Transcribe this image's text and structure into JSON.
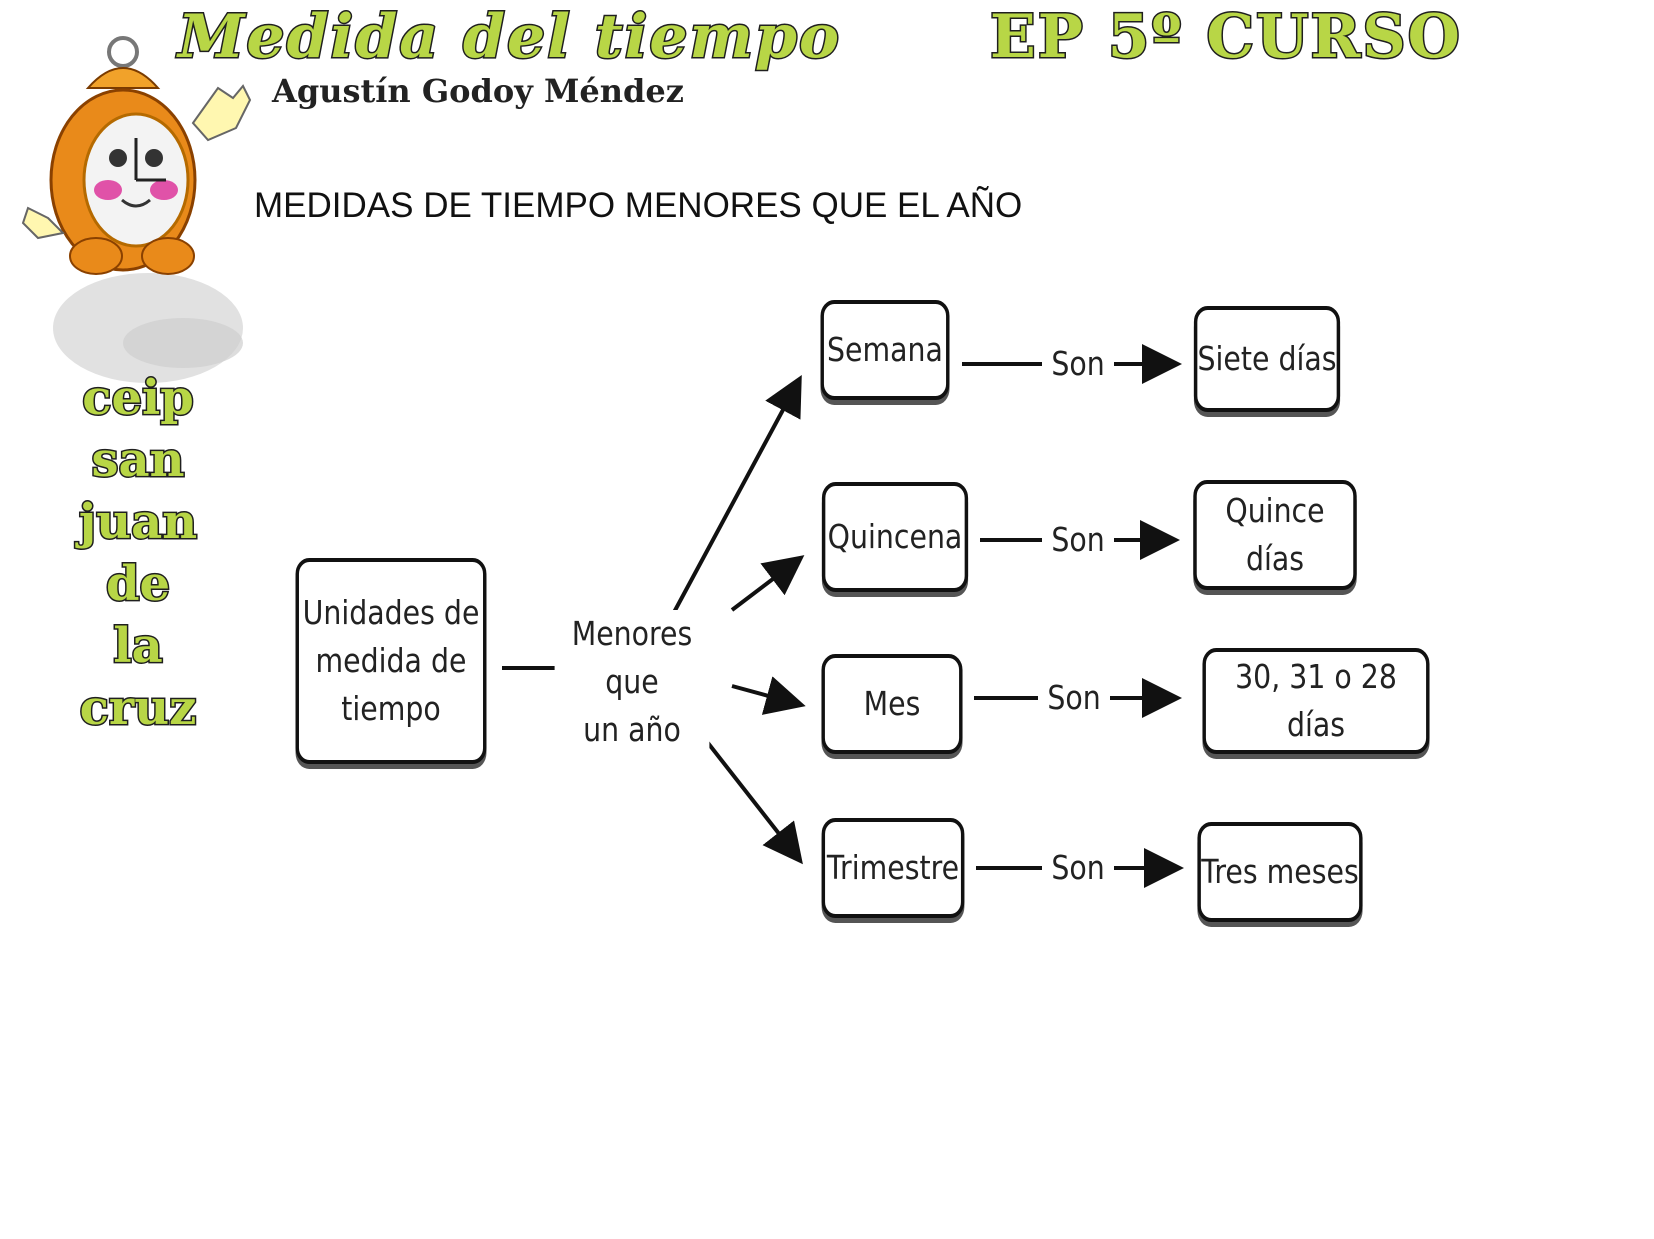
{
  "header": {
    "title": "Medida del tiempo",
    "course": "EP 5º CURSO",
    "author": "Agustín Godoy Méndez"
  },
  "sidebar": {
    "school_words": [
      "ceip",
      "san",
      "juan",
      "de",
      "la",
      "cruz"
    ]
  },
  "subtitle": "MEDIDAS DE TIEMPO MENORES QUE EL AÑO",
  "diagram": {
    "root": "Unidades de\nmedida de\ntiempo",
    "branch_label": "Menores que\nun año",
    "relation_label": "Son",
    "units": [
      {
        "name": "Semana",
        "value": "Siete días"
      },
      {
        "name": "Quincena",
        "value": "Quince días"
      },
      {
        "name": "Mes",
        "value": "30, 31 o 28 días"
      },
      {
        "name": "Trimestre",
        "value": "Tres meses"
      }
    ]
  },
  "colors": {
    "title_fill": "#b8d646",
    "outline": "#1f1f1f",
    "mascot_body": "#e98a1a"
  }
}
